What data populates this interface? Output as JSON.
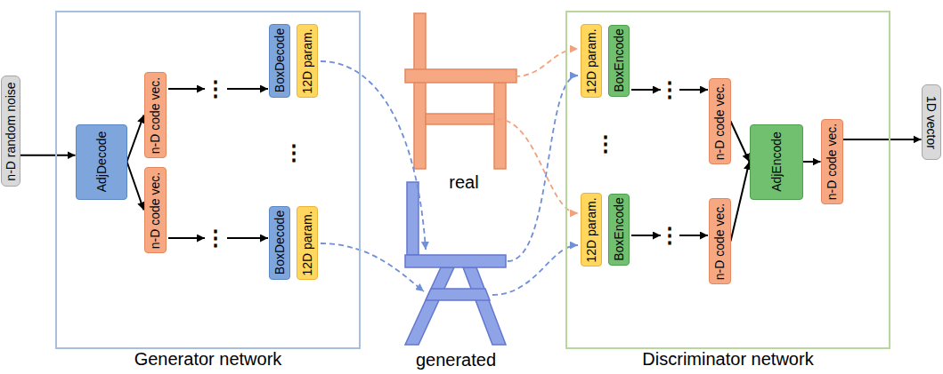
{
  "diagram": {
    "nodes": [
      {
        "text": [
          "n-D random noise"
        ]
      },
      {
        "text": [
          "Generator network"
        ]
      },
      {
        "text": [
          "AdjDecode"
        ],
        "in": 1
      },
      {
        "text": [
          "n-D code vec."
        ],
        "in": 1
      },
      {
        "text": [
          "n-D code vec."
        ],
        "in": 1
      },
      {
        "text": [
          "BoxDecode"
        ],
        "in": 1
      },
      {
        "text": [
          "12D param."
        ],
        "in": 1
      },
      {
        "text": [
          "BoxDecode"
        ],
        "in": 1
      },
      {
        "text": [
          "12D param."
        ],
        "in": 1
      },
      {
        "text": [
          "Discriminator network"
        ]
      },
      {
        "text": [
          "12D param."
        ],
        "in": 9
      },
      {
        "text": [
          "BoxEncode"
        ],
        "in": 9
      },
      {
        "text": [
          "12D param."
        ],
        "in": 9
      },
      {
        "text": [
          "BoxEncode"
        ],
        "in": 9
      },
      {
        "text": [
          "n-D code vec."
        ],
        "in": 9
      },
      {
        "text": [
          "n-D code vec."
        ],
        "in": 9
      },
      {
        "text": [
          "AdjEncode"
        ],
        "in": 9
      },
      {
        "text": [
          "n-D code vec."
        ],
        "in": 9
      },
      {
        "text": [
          "1D vector"
        ]
      }
    ],
    "edges": [
      {
        "from": 0,
        "to": 2,
        "arrow": "to"
      },
      {
        "from": 2,
        "to": 3,
        "arrow": "to"
      },
      {
        "from": 2,
        "to": 4,
        "arrow": "to"
      },
      {
        "from": 14,
        "to": 16,
        "arrow": "to"
      },
      {
        "from": 15,
        "to": 16,
        "arrow": "to"
      },
      {
        "from": 16,
        "to": 17,
        "arrow": "to"
      },
      {
        "from": 17,
        "to": 18,
        "arrow": "to"
      }
    ],
    "labels": [
      "real",
      "generated",
      "⋮",
      "⋮",
      "⋮",
      "⋮",
      "⋮",
      "⋮"
    ]
  }
}
